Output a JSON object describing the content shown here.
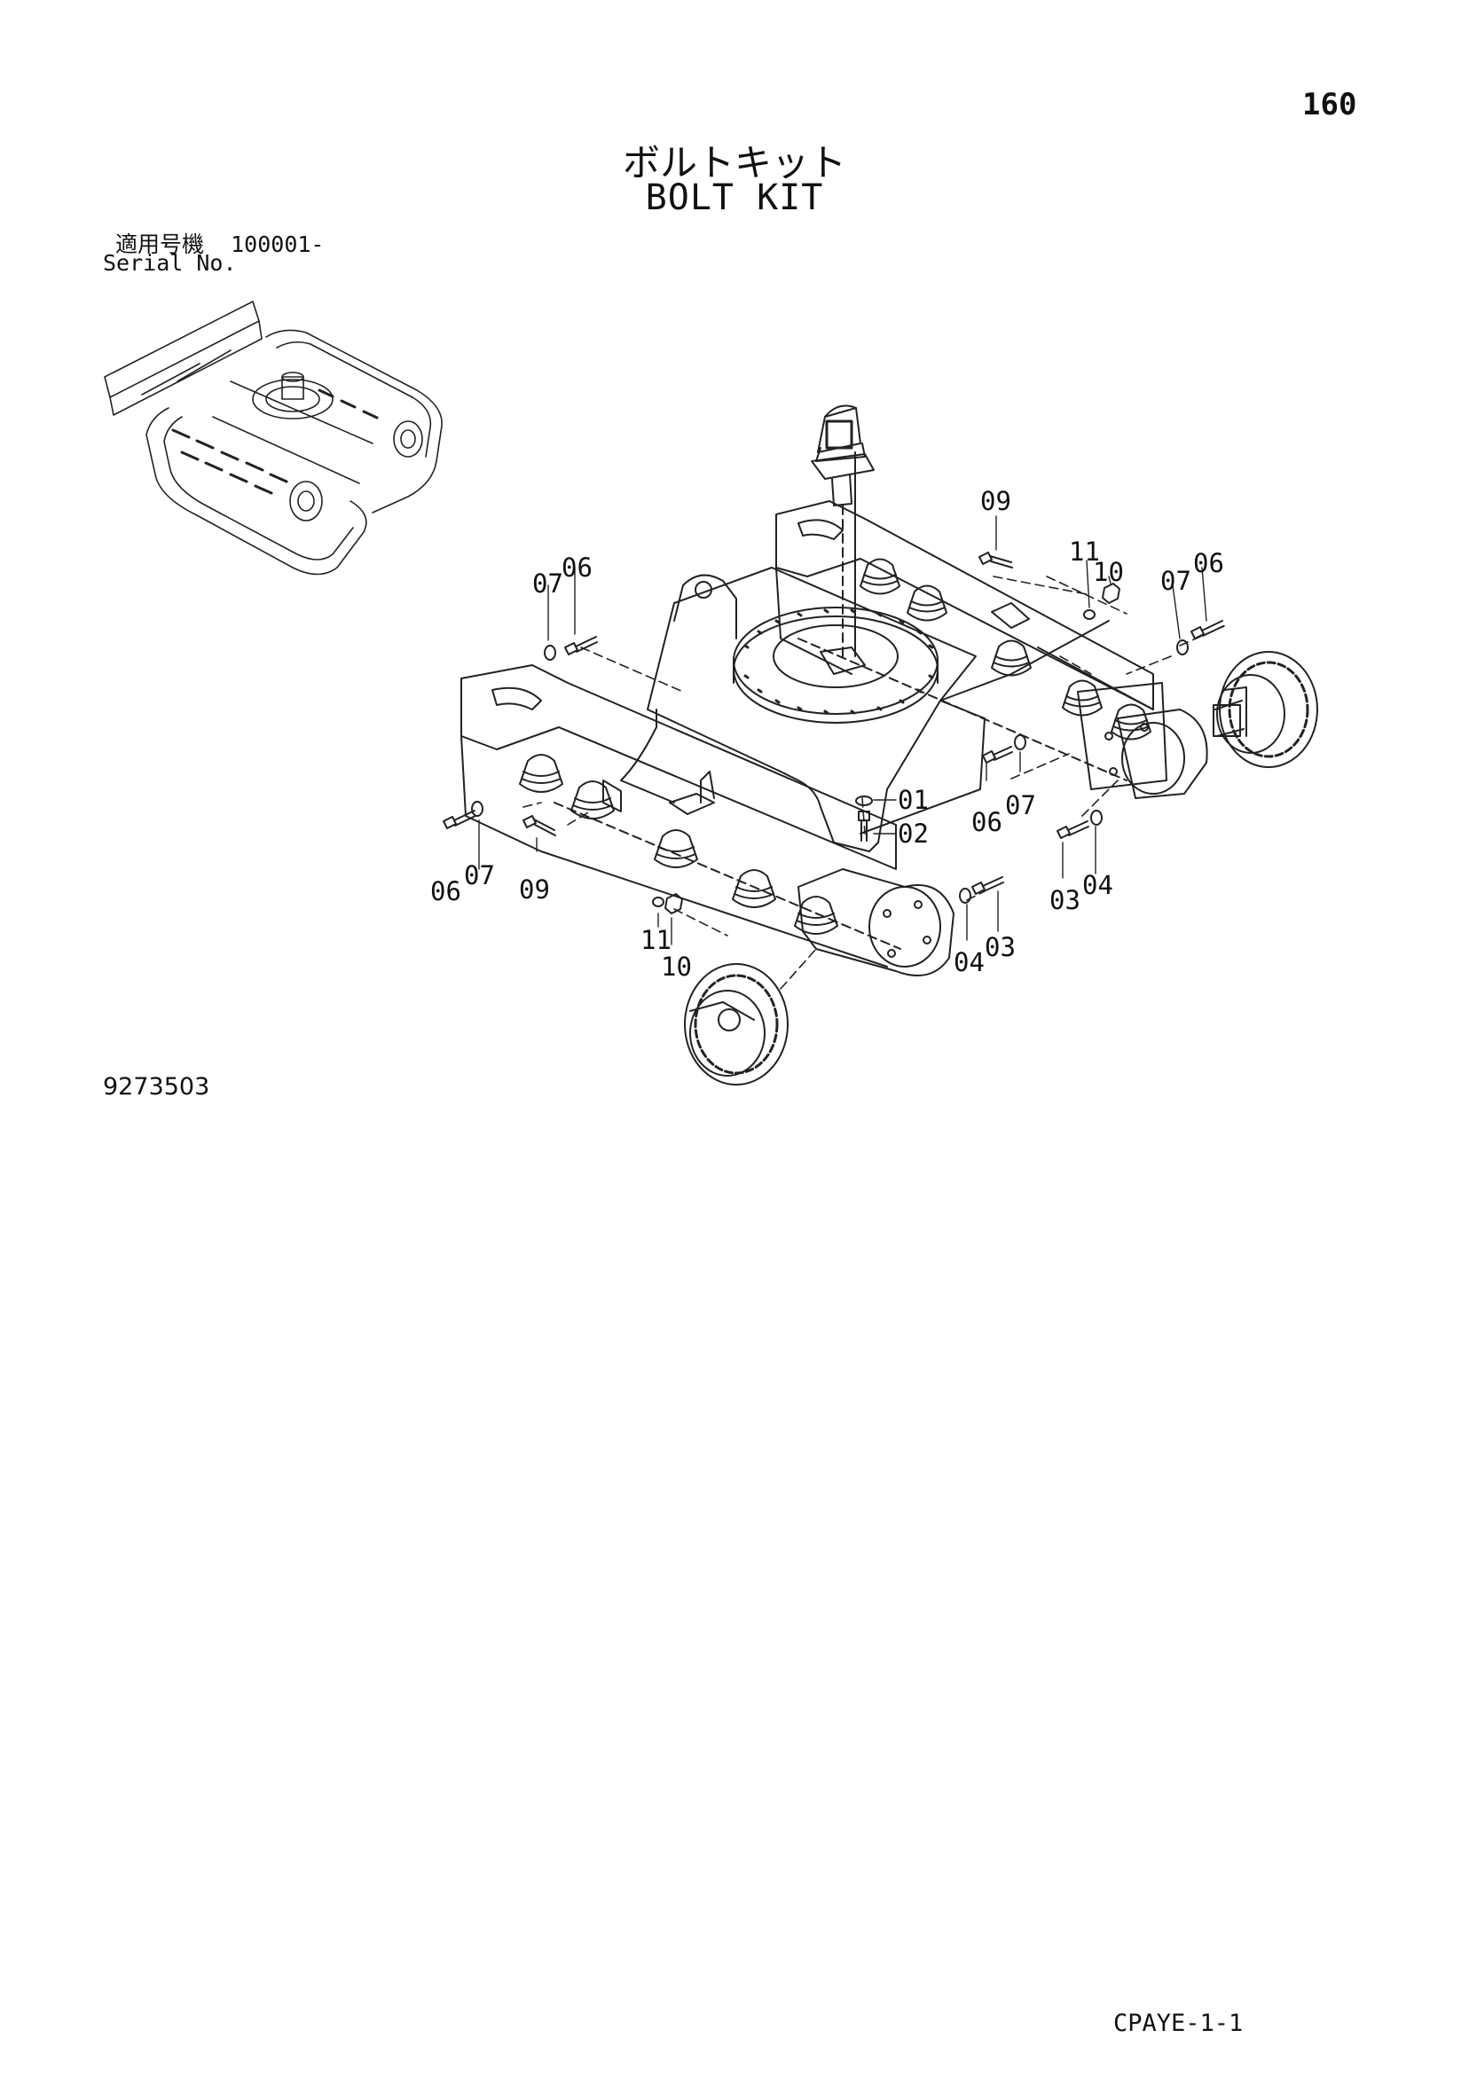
{
  "page_number": "160",
  "title_jp": "ボルトキット",
  "title_en": "BOLT KIT",
  "serial_label_jp": "適用号機",
  "serial_value": "100001-",
  "serial_label_en": "Serial No.",
  "drawing_number": "9273503",
  "page_code": "CPAYE-1-1",
  "callouts": {
    "c01": "01",
    "c02": "02",
    "c03a": "03",
    "c03b": "03",
    "c04a": "04",
    "c04b": "04",
    "c06a": "06",
    "c06b": "06",
    "c06c": "06",
    "c06d": "06",
    "c07a": "07",
    "c07b": "07",
    "c07c": "07",
    "c07d": "07",
    "c09a": "09",
    "c09b": "09",
    "c10a": "10",
    "c10b": "10",
    "c11a": "11",
    "c11b": "11"
  }
}
